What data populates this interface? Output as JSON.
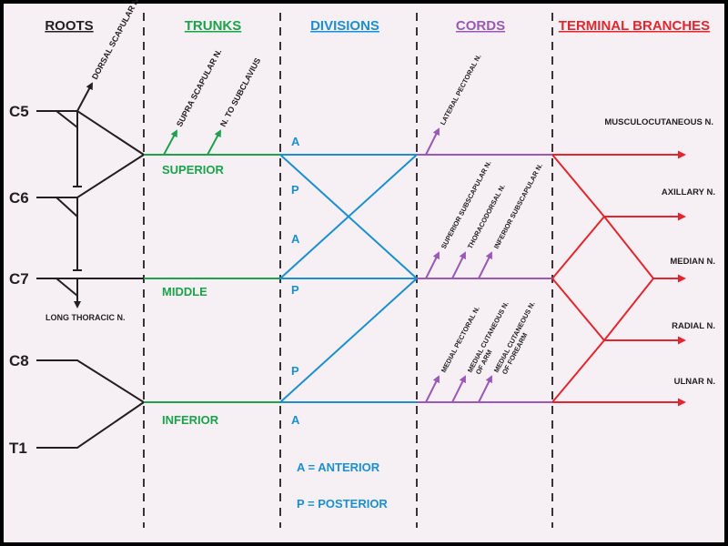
{
  "headers": {
    "roots": "ROOTS",
    "trunks": "TRUNKS",
    "divisions": "DIVISIONS",
    "cords": "CORDS",
    "terminal": "TERMINAL BRANCHES"
  },
  "roots": {
    "c5": "C5",
    "c6": "C6",
    "c7": "C7",
    "c8": "C8",
    "t1": "T1"
  },
  "root_nerves": {
    "dorsal_scapular": "DORSAL SCAPULAR N.",
    "long_thoracic": "LONG THORACIC N."
  },
  "trunks": {
    "superior": "SUPERIOR",
    "middle": "MIDDLE",
    "inferior": "INFERIOR",
    "suprascapular": "SUPRA SCAPULAR N.",
    "subclavius": "N. TO SUBCLAVIUS"
  },
  "divisions": {
    "a1": "A",
    "p1": "P",
    "a2": "A",
    "p2": "P",
    "p3": "P",
    "a3": "A",
    "legend_a": "A = ANTERIOR",
    "legend_p": "P = POSTERIOR"
  },
  "cords": {
    "lateral_pectoral": "LATERAL PECTORAL N.",
    "superior_subscapular": "SUPERIOR SUBSCAPULAR N.",
    "thoracodorsal": "THORACODORSAL N.",
    "inferior_subscapular": "INFERIOR SUBSCAPULAR N.",
    "medial_pectoral": "MEDIAL PECTORAL N.",
    "medial_cut_arm_1": "MEDIAL CUTANEOUS N.",
    "medial_cut_arm_2": "OF ARM",
    "medial_cut_forearm_1": "MEDIAL CUTANEOUS N.",
    "medial_cut_forearm_2": "OF FOREARM"
  },
  "terminal": {
    "musculocutaneous": "MUSCULOCUTANEOUS N.",
    "axillary": "AXILLARY N.",
    "median": "MEDIAN N.",
    "radial": "RADIAL N.",
    "ulnar": "ULNAR N."
  },
  "colors": {
    "background": "#f6f0f5",
    "frame": "#000000",
    "ink": "#231f20",
    "trunks": "#1ba34a",
    "divisions": "#1b8fcf",
    "cords": "#9b59b6",
    "terminal": "#e3262d"
  }
}
